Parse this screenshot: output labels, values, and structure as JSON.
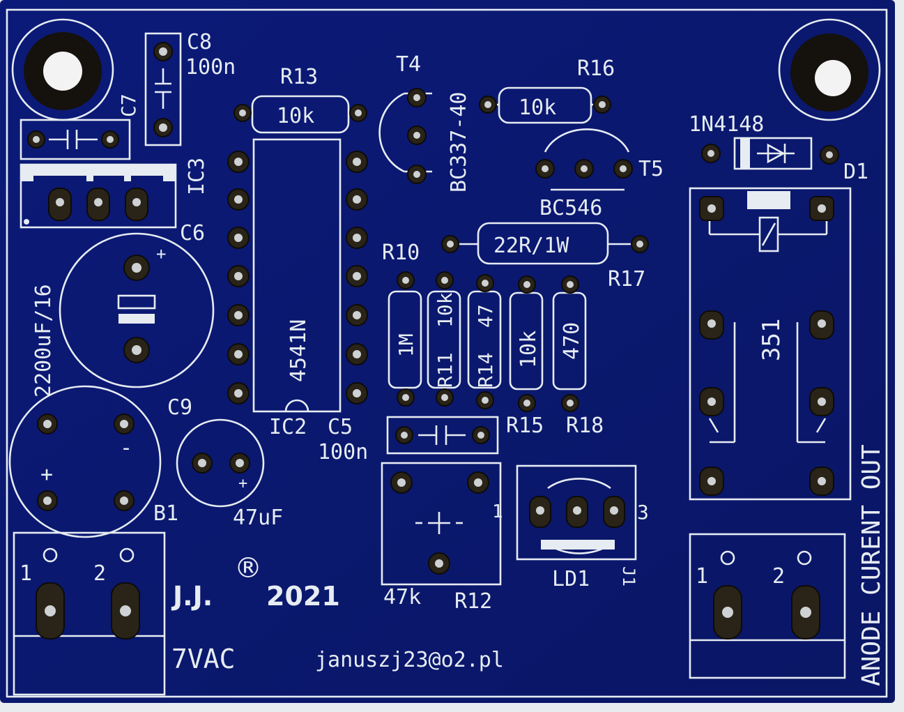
{
  "board": {
    "copyright": "J.J.",
    "registered_mark": "®",
    "year": "2021",
    "email": "januszj23@o2.pl",
    "input_label": "7VAC",
    "output_label": "ANODE CURENT OUT"
  },
  "labels": {
    "c8": "C8",
    "c8_value": "100n",
    "c7": "C7",
    "r13": "R13",
    "r13_value": "10k",
    "t4": "T4",
    "t4_type": "BC337-40",
    "r16": "R16",
    "r16_value": "10k",
    "d1": "D1",
    "d1_type": "1N4148",
    "t5": "T5",
    "t5_type": "BC546",
    "ic3": "IC3",
    "c6": "C6",
    "c6_value": "2200uF/16",
    "plus": "+",
    "minus": "-",
    "r10": "R10",
    "r17": "R17",
    "r17_value": "22R/1W",
    "ic2": "IC2",
    "ic2_type": "4541N",
    "r_1m": "1M",
    "r11": "R11",
    "r11_value": "10k",
    "r14": "R14",
    "r14_value": "47",
    "r15_value": "10k",
    "r18_value": "470",
    "relay_type": "351",
    "c9": "C9",
    "c9_value": "47uF",
    "b1": "B1",
    "c5": "C5",
    "c5_value": "100n",
    "r15": "R15",
    "r18": "R18",
    "r12": "R12",
    "r12_value": "47k",
    "ld1": "LD1",
    "j1": "J1",
    "pin1": "1",
    "pin2": "2",
    "pin3": "3"
  },
  "colors": {
    "substrate": "#0c1a72",
    "silkscreen": "#e6ecf2",
    "pad_copper": "#2a2418",
    "pad_solder": "#cfd2d4"
  }
}
